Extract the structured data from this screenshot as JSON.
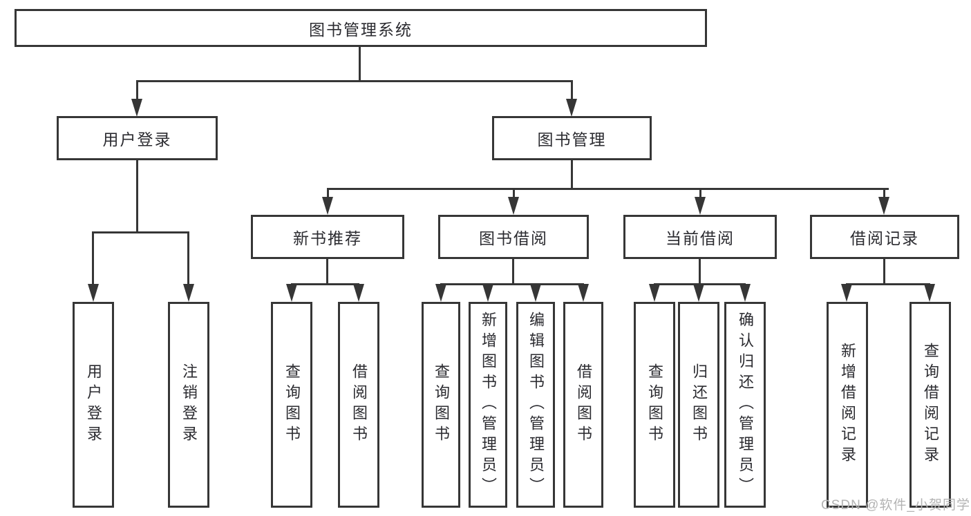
{
  "tree": {
    "root": {
      "label": "图书管理系统",
      "children": [
        {
          "label": "用户登录",
          "children": [
            {
              "label": "用户登录"
            },
            {
              "label": "注销登录"
            }
          ]
        },
        {
          "label": "图书管理",
          "children": [
            {
              "label": "新书推荐",
              "children": [
                {
                  "label": "查询图书"
                },
                {
                  "label": "借阅图书"
                }
              ]
            },
            {
              "label": "图书借阅",
              "children": [
                {
                  "label": "查询图书"
                },
                {
                  "label": "新增图书（管理员）"
                },
                {
                  "label": "编辑图书（管理员）"
                },
                {
                  "label": "借阅图书"
                }
              ]
            },
            {
              "label": "当前借阅",
              "children": [
                {
                  "label": "查询图书"
                },
                {
                  "label": "归还图书"
                },
                {
                  "label": "确认归还（管理员）"
                }
              ]
            },
            {
              "label": "借阅记录",
              "children": [
                {
                  "label": "新增借阅记录"
                },
                {
                  "label": "查询借阅记录"
                }
              ]
            }
          ]
        }
      ]
    }
  },
  "watermark": {
    "text": "CSDN @软件_小贺同学"
  },
  "colors": {
    "line": "#363636",
    "text": "#2b2b30",
    "watermark": "#b3b3b3",
    "background": "#ffffff"
  }
}
